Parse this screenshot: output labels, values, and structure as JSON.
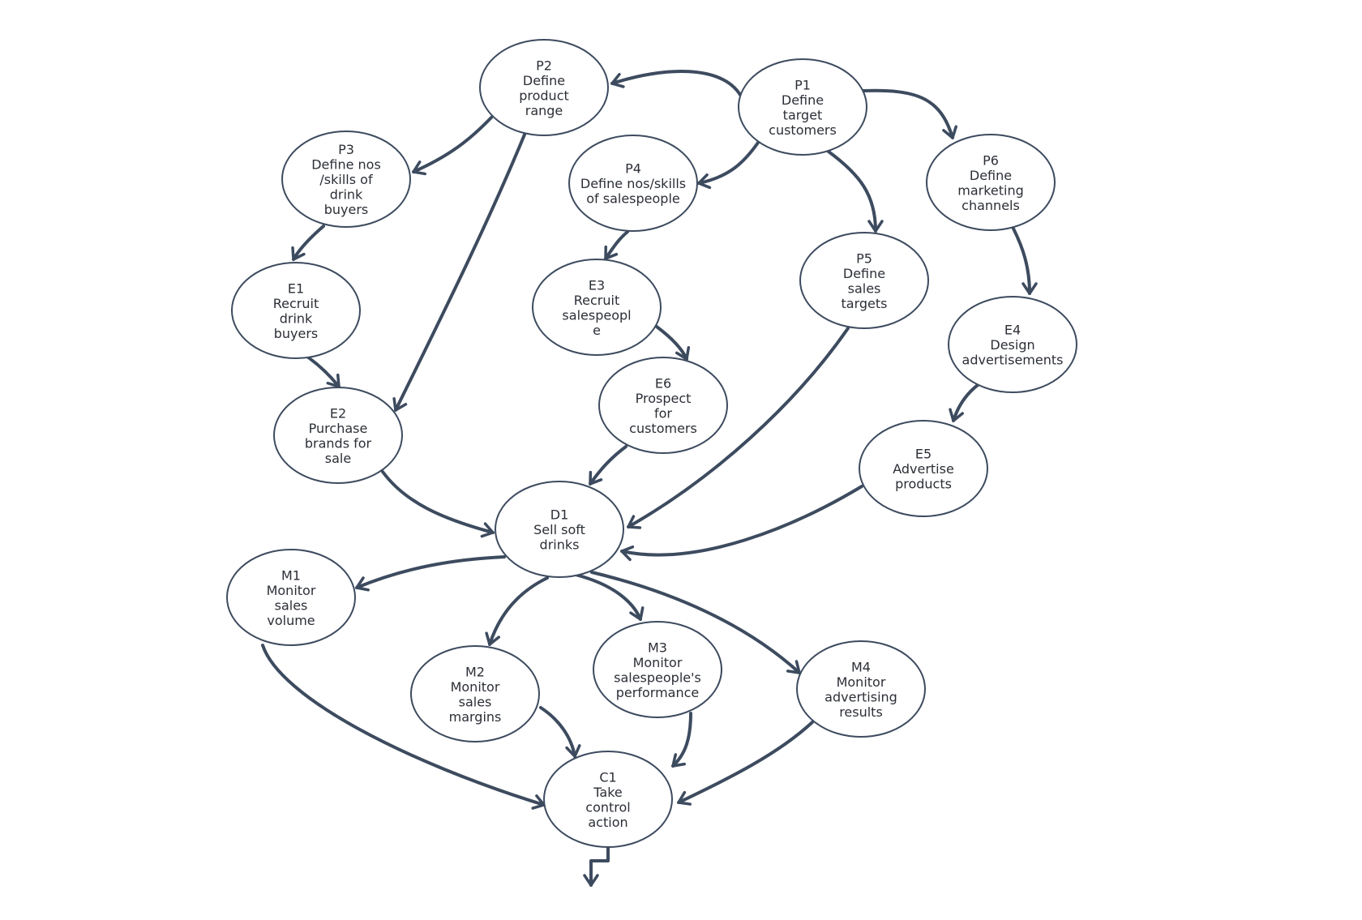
{
  "diagram": {
    "nodes": [
      {
        "id": "P1",
        "label": "P1",
        "lines": [
          "Define",
          "target",
          "customers"
        ]
      },
      {
        "id": "P2",
        "label": "P2",
        "lines": [
          "Define",
          "product",
          "range"
        ]
      },
      {
        "id": "P3",
        "label": "P3",
        "lines": [
          "Define nos",
          "/skills of",
          "drink",
          "buyers"
        ]
      },
      {
        "id": "P4",
        "label": "P4",
        "lines": [
          "Define nos/skills",
          "of salespeople"
        ]
      },
      {
        "id": "P5",
        "label": "P5",
        "lines": [
          "Define",
          "sales",
          "targets"
        ]
      },
      {
        "id": "P6",
        "label": "P6",
        "lines": [
          "Define",
          "marketing",
          "channels"
        ]
      },
      {
        "id": "E1",
        "label": "E1",
        "lines": [
          "Recruit",
          "drink",
          "buyers"
        ]
      },
      {
        "id": "E2",
        "label": "E2",
        "lines": [
          "Purchase",
          "brands for",
          "sale"
        ]
      },
      {
        "id": "E3",
        "label": "E3",
        "lines": [
          "Recruit",
          "salespeopl",
          "e"
        ]
      },
      {
        "id": "E4",
        "label": "E4",
        "lines": [
          "Design",
          "advertisements"
        ]
      },
      {
        "id": "E5",
        "label": "E5",
        "lines": [
          "Advertise",
          "products"
        ]
      },
      {
        "id": "E6",
        "label": "E6",
        "lines": [
          "Prospect",
          "for",
          "customers"
        ]
      },
      {
        "id": "D1",
        "label": "D1",
        "lines": [
          "Sell soft",
          "drinks"
        ]
      },
      {
        "id": "M1",
        "label": "M1",
        "lines": [
          "Monitor",
          "sales",
          "volume"
        ]
      },
      {
        "id": "M2",
        "label": "M2",
        "lines": [
          "Monitor",
          "sales",
          "margins"
        ]
      },
      {
        "id": "M3",
        "label": "M3",
        "lines": [
          "Monitor",
          "salespeople's",
          "performance"
        ]
      },
      {
        "id": "M4",
        "label": "M4",
        "lines": [
          "Monitor",
          "advertising",
          "results"
        ]
      },
      {
        "id": "C1",
        "label": "C1",
        "lines": [
          "Take",
          "control",
          "action"
        ]
      }
    ],
    "edges": [
      {
        "from": "P1",
        "to": "P2"
      },
      {
        "from": "P1",
        "to": "P4"
      },
      {
        "from": "P1",
        "to": "P5"
      },
      {
        "from": "P1",
        "to": "P6"
      },
      {
        "from": "P2",
        "to": "P3"
      },
      {
        "from": "P2",
        "to": "E2"
      },
      {
        "from": "P3",
        "to": "E1"
      },
      {
        "from": "E1",
        "to": "E2"
      },
      {
        "from": "P4",
        "to": "E3"
      },
      {
        "from": "E3",
        "to": "E6"
      },
      {
        "from": "E6",
        "to": "D1"
      },
      {
        "from": "E2",
        "to": "D1"
      },
      {
        "from": "P5",
        "to": "D1"
      },
      {
        "from": "P6",
        "to": "E4"
      },
      {
        "from": "E4",
        "to": "E5"
      },
      {
        "from": "E5",
        "to": "D1"
      },
      {
        "from": "D1",
        "to": "M1"
      },
      {
        "from": "D1",
        "to": "M2"
      },
      {
        "from": "D1",
        "to": "M3"
      },
      {
        "from": "D1",
        "to": "M4"
      },
      {
        "from": "M1",
        "to": "C1"
      },
      {
        "from": "M2",
        "to": "C1"
      },
      {
        "from": "M3",
        "to": "C1"
      },
      {
        "from": "M4",
        "to": "C1"
      },
      {
        "from": "C1",
        "to": "exit"
      }
    ]
  }
}
